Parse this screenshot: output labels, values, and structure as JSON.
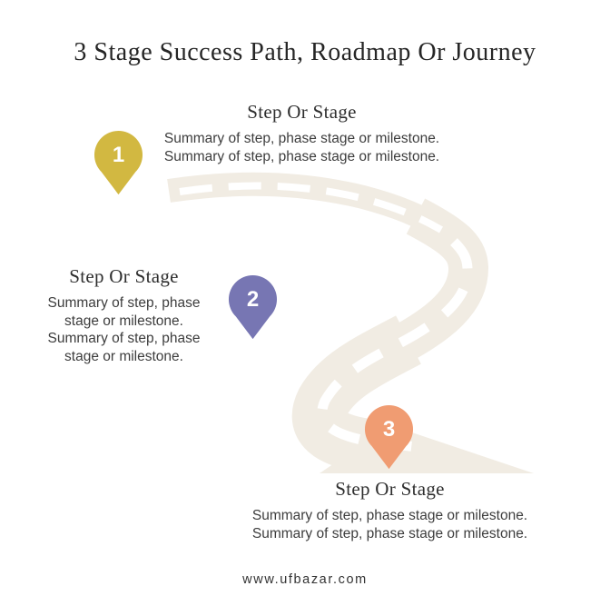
{
  "title": "3 Stage Success Path, Roadmap Or Journey",
  "steps": [
    {
      "number": "1",
      "heading": "Step Or Stage",
      "summary_line1": "Summary of step, phase stage or milestone.",
      "summary_line2": "Summary of step, phase stage or milestone.",
      "pin_color": "#d2b841"
    },
    {
      "number": "2",
      "heading": "Step Or Stage",
      "summary_line1": "Summary of step, phase stage or milestone.",
      "summary_line2": "Summary of step, phase stage or milestone.",
      "pin_color": "#7776b3"
    },
    {
      "number": "3",
      "heading": "Step Or Stage",
      "summary_line1": "Summary of step, phase stage or milestone.",
      "summary_line2": "Summary of step, phase stage or milestone.",
      "pin_color": "#f09c72"
    }
  ],
  "road": {
    "fill_color": "#f1ece3",
    "dash_color": "#ffffff"
  },
  "footer": {
    "website": "www.ufbazar.com"
  }
}
